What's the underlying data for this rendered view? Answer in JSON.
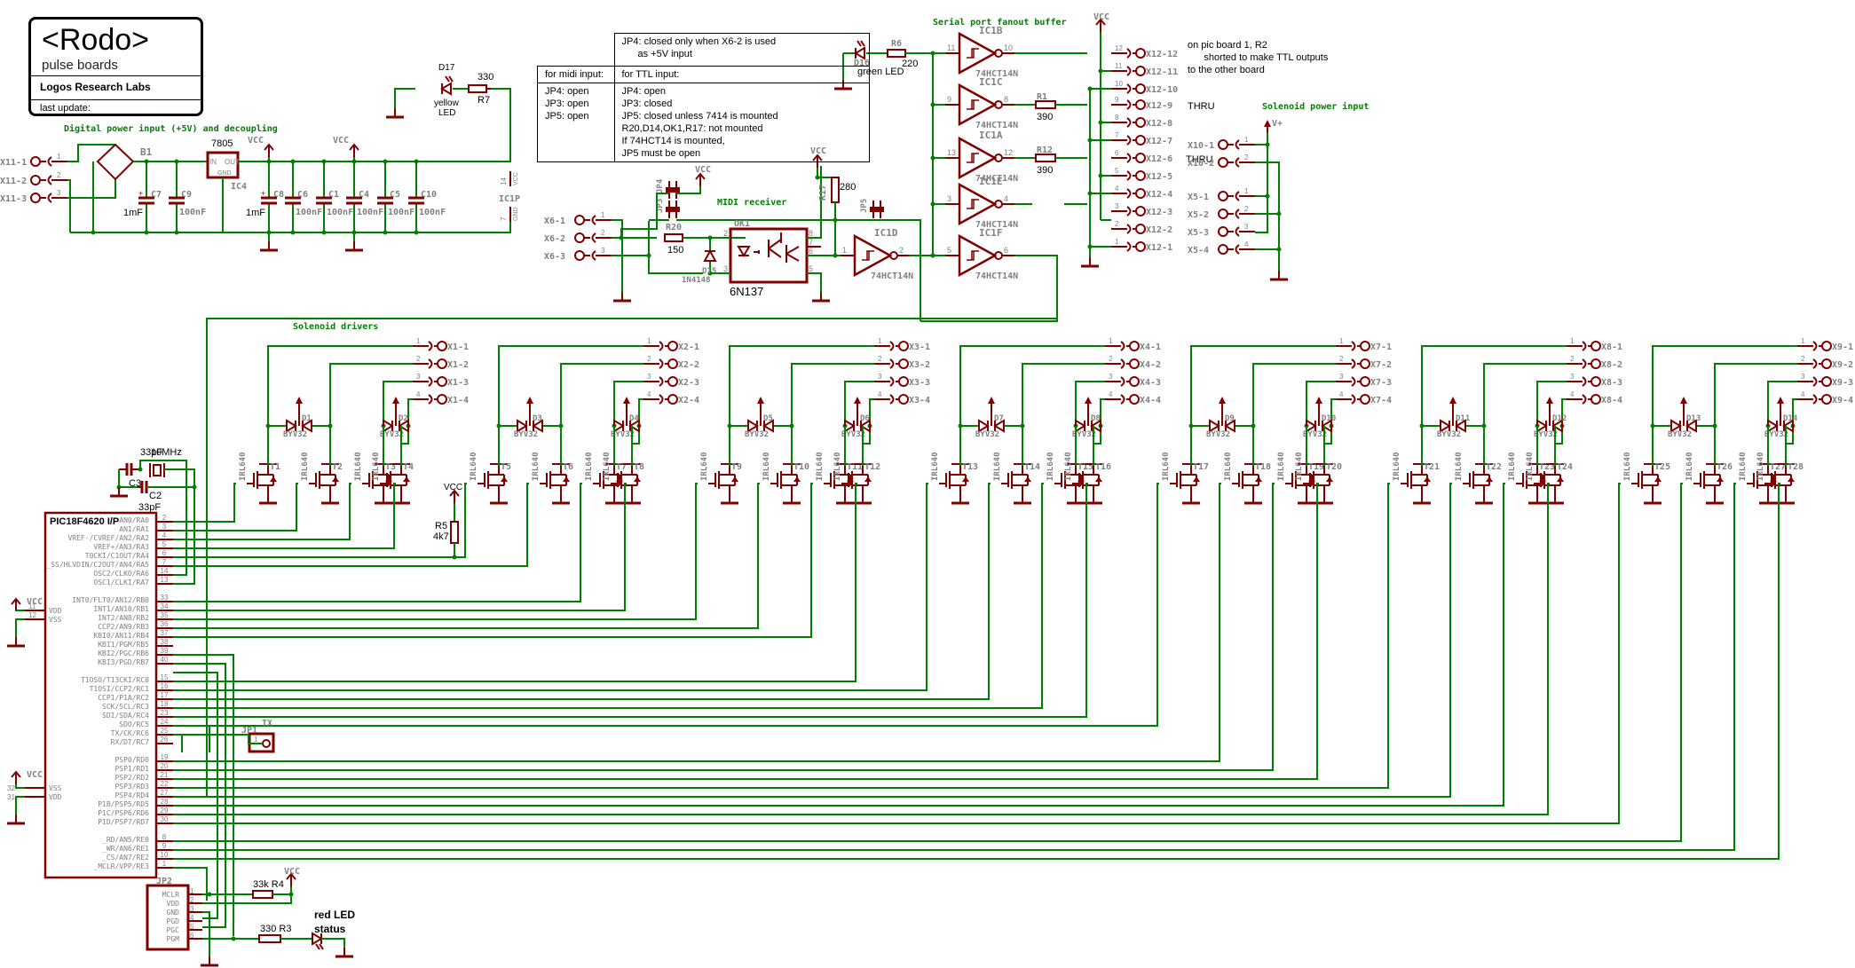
{
  "title_block": {
    "project": "<Rodo>",
    "subtitle": "pulse boards",
    "organization": "Logos Research Labs",
    "last_update_label": "last update:"
  },
  "sections": {
    "power": "Digital power input (+5V) and decoupling",
    "midi": "MIDI receiver",
    "fanout": "Serial port fanout buffer",
    "solenoid_power": "Solenoid power input",
    "solenoid_drivers": "Solenoid drivers"
  },
  "jumper_table": {
    "header_note_line1": "JP4: closed only when  X6-2 is used",
    "header_note_line2": "as +5V input",
    "col1_header": "for midi input:",
    "col2_header": "for TTL input:",
    "col1_rows": [
      "JP4: open",
      "JP3: open",
      "JP5: open"
    ],
    "col2_rows": [
      "JP4: open",
      "JP3: closed",
      "JP5: closed unless 7414 is mounted",
      "R20,D14,OK1,R17: not mounted",
      "If 74HCT14 is mounted,",
      "JP5 must be open"
    ]
  },
  "notes": {
    "pic_board": "on pic board 1, R2\n      shorted to make TTL outputs\nto the other board",
    "thru": "THRU",
    "red_led_status": "red LED\nstatus"
  },
  "power_input": {
    "connectors": [
      "X11-1",
      "X11-2",
      "X11-3"
    ],
    "pins": [
      "1",
      "2",
      "3"
    ],
    "bridge": "B1",
    "regulator": {
      "name": "IC4",
      "value": "7805",
      "in": "IN",
      "out": "OUT",
      "gnd": "GND"
    },
    "vcc_label": "VCC",
    "caps": [
      {
        "name": "C7",
        "value": "1mF",
        "polarized": true
      },
      {
        "name": "C9",
        "value": "100nF",
        "polarized": false
      },
      {
        "name": "C8",
        "value": "1mF",
        "polarized": true
      },
      {
        "name": "C6",
        "value": "100nF",
        "polarized": false
      },
      {
        "name": "C1",
        "value": "100nF",
        "polarized": false
      },
      {
        "name": "C4",
        "value": "100nF",
        "polarized": false
      },
      {
        "name": "C5",
        "value": "100nF",
        "polarized": false
      },
      {
        "name": "C10",
        "value": "100nF",
        "polarized": false
      }
    ],
    "ic1p": {
      "name": "IC1P",
      "vcc_pin": "14",
      "gnd_pin": "7",
      "vcc": "VCC",
      "gnd": "GND"
    },
    "led": {
      "name": "D17",
      "value": "yellow LED"
    },
    "resistor": {
      "name": "R7",
      "value": "330"
    }
  },
  "midi_receiver": {
    "connectors": [
      "X6-1",
      "X6-2",
      "X6-3"
    ],
    "pins": [
      "1",
      "2",
      "3"
    ],
    "jumpers": [
      "JP4",
      "JP3",
      "JP5"
    ],
    "r20": {
      "name": "R20",
      "value": "150"
    },
    "d15": {
      "name": "D15",
      "value": "1N4148"
    },
    "ok1": {
      "name": "OK1",
      "value": "6N137",
      "pins": [
        "2",
        "3",
        "8",
        "7",
        "6",
        "5"
      ]
    },
    "r17": {
      "name": "R17",
      "value": "280"
    },
    "ic1d": {
      "name": "IC1D",
      "value": "74HCT14N",
      "in": "1",
      "out": "2"
    }
  },
  "fanout_buffer": {
    "led": {
      "name": "D16",
      "value": "green LED"
    },
    "r6": {
      "name": "R6",
      "value": "220"
    },
    "gates": [
      {
        "name": "IC1B",
        "value": "74HCT14N",
        "in": "11",
        "out": "10"
      },
      {
        "name": "IC1C",
        "value": "74HCT14N",
        "in": "9",
        "out": "8"
      },
      {
        "name": "IC1A",
        "value": "74HCT14N",
        "in": "13",
        "out": "12"
      },
      {
        "name": "IC1E",
        "value": "74HCT14N",
        "in": "3",
        "out": "4"
      },
      {
        "name": "IC1F",
        "value": "74HCT14N",
        "in": "5",
        "out": "6"
      }
    ],
    "r1": {
      "name": "R1",
      "value": "390"
    },
    "r12": {
      "name": "R12",
      "value": "390"
    },
    "connectors": [
      "X12-12",
      "X12-11",
      "X12-10",
      "X12-9",
      "X12-8",
      "X12-7",
      "X12-6",
      "X12-5",
      "X12-4",
      "X12-3",
      "X12-2",
      "X12-1"
    ],
    "pins": [
      "12",
      "11",
      "10",
      "9",
      "8",
      "7",
      "6",
      "5",
      "4",
      "3",
      "2",
      "1"
    ]
  },
  "solenoid_power": {
    "supply_label": "V+",
    "x10": [
      "X10-1",
      "X10-2"
    ],
    "x10_pins": [
      "1",
      "2"
    ],
    "x5": [
      "X5-1",
      "X5-2",
      "X5-3",
      "X5-4"
    ],
    "x5_pins": [
      "1",
      "2",
      "3",
      "4"
    ]
  },
  "solenoid_drivers": {
    "groups": [
      {
        "connector": "X1",
        "diodes": [
          "D1",
          "D2"
        ],
        "transistors": [
          "T1",
          "T2",
          "T3",
          "T4"
        ]
      },
      {
        "connector": "X2",
        "diodes": [
          "D3",
          "D4"
        ],
        "transistors": [
          "T5",
          "T6",
          "T7",
          "T8"
        ]
      },
      {
        "connector": "X3",
        "diodes": [
          "D5",
          "D6"
        ],
        "transistors": [
          "T9",
          "T10",
          "T11",
          "T12"
        ]
      },
      {
        "connector": "X4",
        "diodes": [
          "D7",
          "D8"
        ],
        "transistors": [
          "T13",
          "T14",
          "T15",
          "T16"
        ]
      },
      {
        "connector": "X7",
        "diodes": [
          "D9",
          "D10"
        ],
        "transistors": [
          "T17",
          "T18",
          "T19",
          "T20"
        ]
      },
      {
        "connector": "X8",
        "diodes": [
          "D11",
          "D12"
        ],
        "transistors": [
          "T21",
          "T22",
          "T23",
          "T24"
        ]
      },
      {
        "connector": "X9",
        "diodes": [
          "D13",
          "D14"
        ],
        "transistors": [
          "T25",
          "T26",
          "T27",
          "T28"
        ]
      }
    ],
    "diode_value": "BYV32",
    "transistor_value": "IRL640",
    "r5": {
      "name": "R5",
      "value": "4k7"
    }
  },
  "oscillator": {
    "crystal": "10MHz",
    "c3": {
      "name": "C3",
      "value": "33pF"
    },
    "c2": {
      "name": "C2",
      "value": "33pF"
    }
  },
  "mcu": {
    "name": "PIC18F4620 I/P",
    "left_pins_top": [
      {
        "pin": "11",
        "label": "VDD"
      },
      {
        "pin": "12",
        "label": "VSS"
      }
    ],
    "left_pins_bottom": [
      {
        "pin": "32",
        "label": "VSS"
      },
      {
        "pin": "31",
        "label": "VDD"
      }
    ],
    "pin_groups": [
      [
        [
          "2",
          "AN0/RA0"
        ],
        [
          "3",
          "AN1/RA1"
        ],
        [
          "4",
          "VREF-/CVREF/AN2/RA2"
        ],
        [
          "5",
          "VREF+/AN3/RA3"
        ],
        [
          "6",
          "T0CKI/C1OUT/RA4"
        ],
        [
          "7",
          "_SS/HLVDIN/C2OUT/AN4/RA5"
        ],
        [
          "14",
          "OSC2/CLKO/RA6"
        ],
        [
          "13",
          "OSC1/CLKI/RA7"
        ]
      ],
      [
        [
          "33",
          "INT0/FLT0/AN12/RB0"
        ],
        [
          "34",
          "INT1/AN10/RB1"
        ],
        [
          "35",
          "INT2/AN8/RB2"
        ],
        [
          "36",
          "CCP2/AN9/RB3"
        ],
        [
          "37",
          "KBI0/AN11/RB4"
        ],
        [
          "38",
          "KBI1/PGM/RB5"
        ],
        [
          "39",
          "KBI2/PGC/RB6"
        ],
        [
          "40",
          "KBI3/PGD/RB7"
        ]
      ],
      [
        [
          "15",
          "T1OSO/T13CKI/RC0"
        ],
        [
          "16",
          "T1OSI/CCP2/RC1"
        ],
        [
          "17",
          "CCP1/P1A/RC2"
        ],
        [
          "18",
          "SCK/SCL/RC3"
        ],
        [
          "23",
          "SDI/SDA/RC4"
        ],
        [
          "24",
          "SDO/RC5"
        ],
        [
          "25",
          "TX/CK/RC6"
        ],
        [
          "26",
          "RX/DT/RC7"
        ]
      ],
      [
        [
          "19",
          "PSP0/RD0"
        ],
        [
          "20",
          "PSP1/RD1"
        ],
        [
          "21",
          "PSP2/RD2"
        ],
        [
          "22",
          "PSP3/RD3"
        ],
        [
          "27",
          "PSP4/RD4"
        ],
        [
          "28",
          "P1B/PSP5/RD5"
        ],
        [
          "29",
          "P1C/PSP6/RD6"
        ],
        [
          "30",
          "P1D/PSP7/RD7"
        ]
      ],
      [
        [
          "8",
          "_RD/AN5/RE0"
        ],
        [
          "9",
          "_WR/AN6/RE1"
        ],
        [
          "10",
          "_CS/AN7/RE2"
        ],
        [
          "1",
          "_MCLR/VPP/RE3"
        ]
      ]
    ]
  },
  "tx_jumper": {
    "name": "JP1",
    "label": "TX",
    "pin": "1"
  },
  "programming_header": {
    "name": "JP2",
    "pins": [
      [
        "1",
        "MCLR"
      ],
      [
        "2",
        "VDD"
      ],
      [
        "3",
        "GND"
      ],
      [
        "4",
        "PGD"
      ],
      [
        "5",
        "PGC"
      ],
      [
        "6",
        "PGM"
      ]
    ],
    "r4": {
      "name": "R4",
      "value": "33k"
    },
    "r3": {
      "name": "R3",
      "value": "330"
    }
  },
  "colors": {
    "wire": "#008000",
    "part": "#800000",
    "label": "#808080",
    "section": "#008000",
    "text": "#000000"
  }
}
